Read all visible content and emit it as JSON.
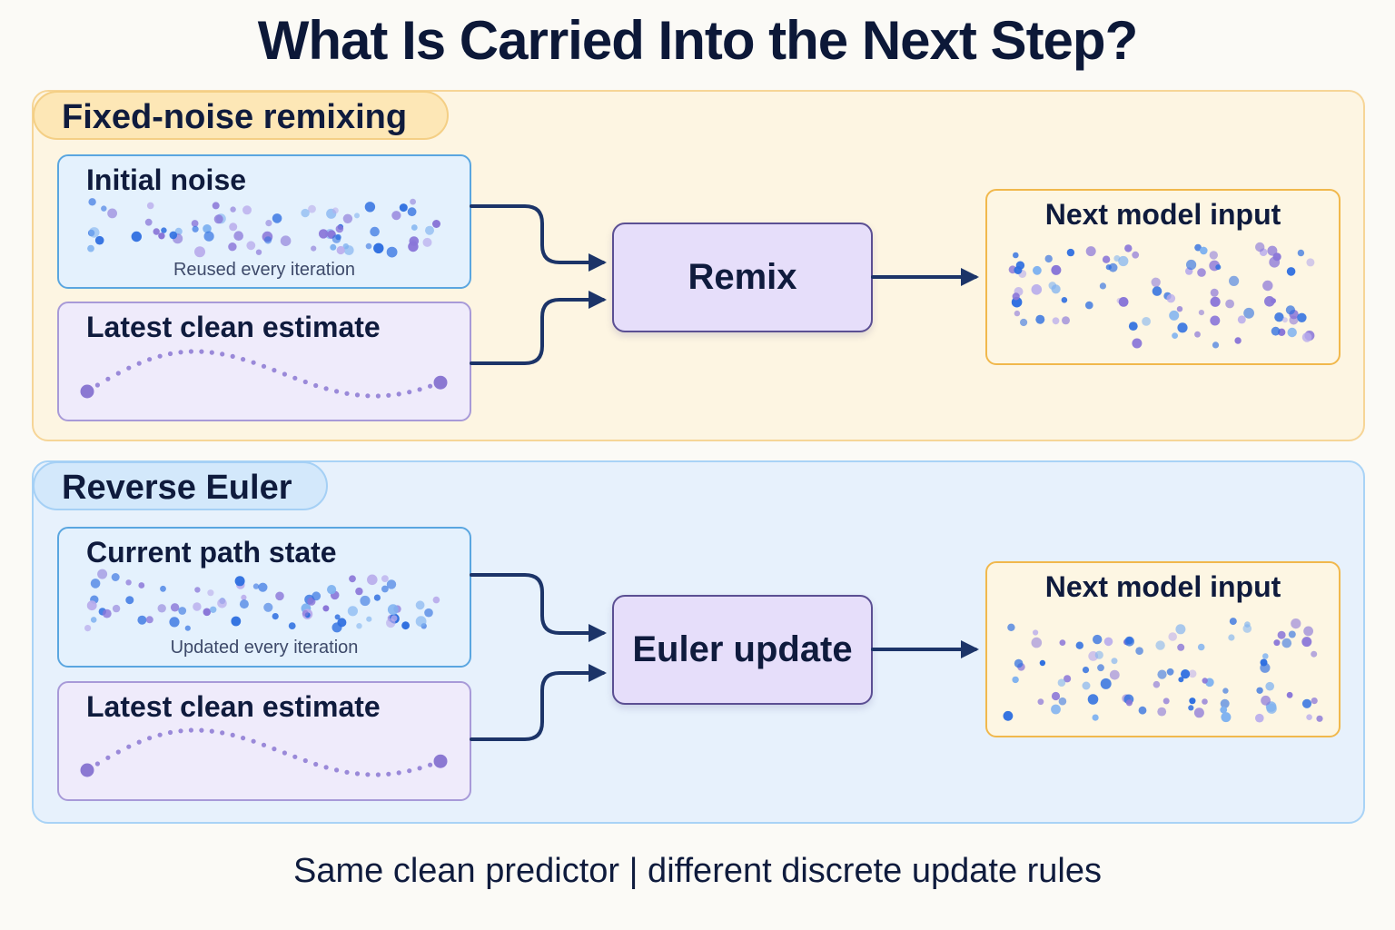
{
  "title": "What Is Carried Into the Next Step?",
  "sections": [
    {
      "label": "Fixed-noise remixing",
      "carried_input": {
        "title": "Initial noise",
        "caption": "Reused every iteration"
      },
      "estimate_input": {
        "title": "Latest clean estimate"
      },
      "operation": "Remix",
      "output": {
        "title": "Next model input"
      }
    },
    {
      "label": "Reverse Euler",
      "carried_input": {
        "title": "Current path state",
        "caption": "Updated every iteration"
      },
      "estimate_input": {
        "title": "Latest clean estimate"
      },
      "operation": "Euler update",
      "output": {
        "title": "Next model input"
      }
    }
  ],
  "footer": "Same clean predictor | different discrete update rules",
  "colors": {
    "arrow": "#1c3468",
    "dot_blue": "#2f6fe0",
    "dot_light_blue": "#7fb2f0",
    "dot_purple": "#8a76d8",
    "dot_lavender": "#b9acec",
    "curve": "#8b78d2"
  }
}
